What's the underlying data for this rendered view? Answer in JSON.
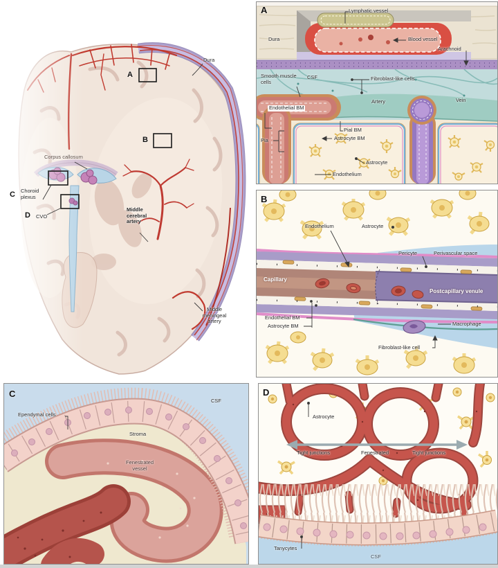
{
  "figure": {
    "brain": {
      "markers": {
        "a": "A",
        "b": "B",
        "c": "C",
        "d": "D"
      },
      "labels": {
        "dura": "Dura",
        "corpus_callosum": "Corpus callosum",
        "choroid_plexus": "Choroid plexus",
        "cvo": "CVO",
        "middle_cerebral_artery": "Middle cerebral artery",
        "middle_meningeal_artery": "Middle meningeal artery"
      }
    },
    "panel_a": {
      "marker": "A",
      "labels": {
        "lymphatic_vessel": "Lymphatic vessel",
        "dura": "Dura",
        "blood_vessel": "Blood vessel",
        "arachnoid": "Arachnoid",
        "smooth_muscle_cells": "Smooth muscle cells",
        "csf": "CSF",
        "fibroblast_like_cells": "Fibroblast-like cells",
        "artery": "Artery",
        "vein": "Vein",
        "endothelial_bm": "Endothelial BM",
        "pia": "Pia",
        "pial_bm": "Pial BM",
        "astrocyte_bm": "Astrocyte BM",
        "astrocyte": "Astrocyte",
        "endothelium": "Endothelium"
      }
    },
    "panel_b": {
      "marker": "B",
      "labels": {
        "endothelium": "Endothelium",
        "astrocyte": "Astrocyte",
        "pericyte": "Pericyte",
        "perivascular_space": "Perivascular space",
        "capillary": "Capillary",
        "postcapillary_venule": "Postcapillary venule",
        "endothelial_bm": "Endothelial BM",
        "astrocyte_bm": "Astrocyte BM",
        "macrophage": "Macrophage",
        "fibroblast_like_cell": "Fibroblast-like cell"
      }
    },
    "panel_c": {
      "marker": "C",
      "labels": {
        "ependymal_cells": "Ependymal cells",
        "csf": "CSF",
        "stroma": "Stroma",
        "fenestrated_vessel": "Fenestrated vessel"
      }
    },
    "panel_d": {
      "marker": "D",
      "labels": {
        "astrocyte": "Astrocyte",
        "tight_junctions_left": "Tight junctions",
        "fenestrated": "Fenestrated",
        "tight_junctions_right": "Tight junctions",
        "tanycytes": "Tanycytes",
        "csf": "CSF"
      }
    }
  },
  "colors": {
    "dura_beige": "#ebe3d2",
    "lymphatic_olive": "#cbc58f",
    "blood_vessel_red": "#d94f43",
    "arachnoid_purple": "#ab90c4",
    "csf_teal": "#c2dcdc",
    "pia_teal": "#9fccc2",
    "parenchyma_cream": "#f3e9d6",
    "astrocyte_yellow": "#f6dc8c",
    "artery_pink": "#cb7a72",
    "vein_purple": "#9678c0",
    "basement_membrane_tan": "#c98c5a",
    "bm_magenta": "#e08cc8",
    "capillary_brown": "#b08578",
    "venule_purple": "#8d7fae",
    "perivascular_blue": "#b9d6ea",
    "macrophage_purple": "#a58bc0",
    "ependymal_pink": "#f3d2ca",
    "stroma_cream": "#efe8cf",
    "fenestrated_red": "#b5544c",
    "csf_blue": "#c9dcec",
    "vessel_tree_red": "#c6554c",
    "arrow_gray": "#9babb0",
    "brain_dura_violet": "#aa9ecb",
    "brain_artery_red": "#c0392e"
  }
}
